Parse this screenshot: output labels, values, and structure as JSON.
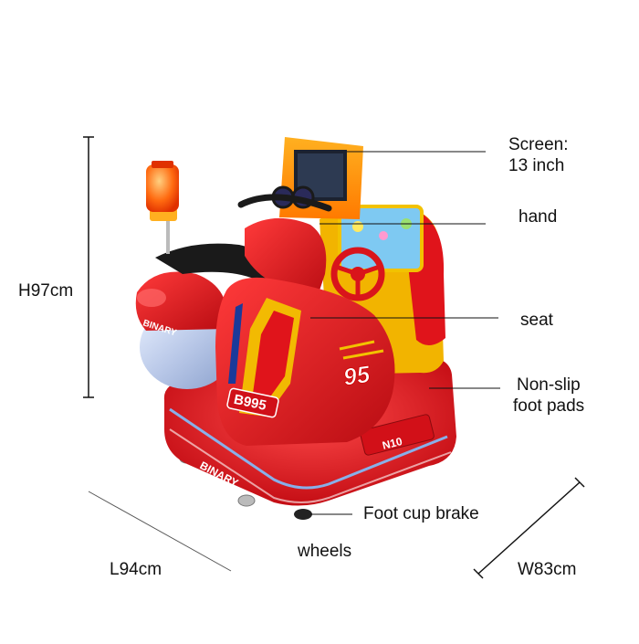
{
  "dimensions": {
    "height": "H97cm",
    "length": "L94cm",
    "width": "W83cm"
  },
  "callouts": {
    "screen_line1": "Screen:",
    "screen_line2": "13 inch",
    "hand": "hand",
    "seat": "seat",
    "foot_pads_line1": "Non-slip",
    "foot_pads_line2": "foot pads",
    "brake": "Foot cup brake",
    "wheels": "wheels"
  },
  "product_markings": {
    "brand": "BINARY",
    "model": "B995",
    "number": "95",
    "side_text": "N10"
  },
  "colors": {
    "body_red": "#e0141b",
    "accent_yellow": "#f2c200",
    "trim_black": "#1a1a1a",
    "led_blue": "#5aa8ff"
  }
}
